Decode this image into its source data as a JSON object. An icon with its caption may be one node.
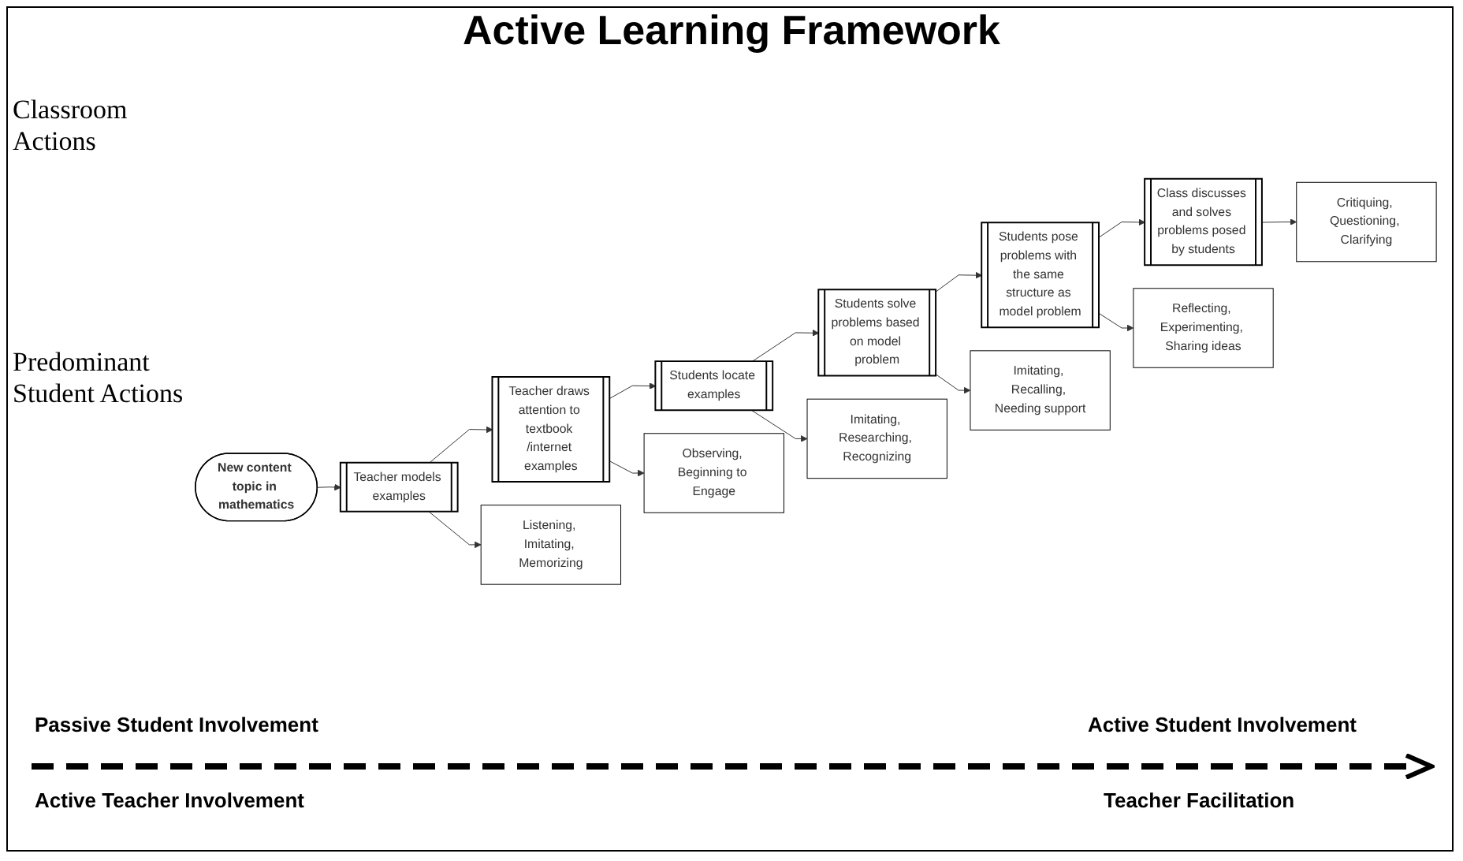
{
  "diagram": {
    "title": "Active Learning Framework",
    "nodes": [
      {
        "text": [
          "New content topic in mathematics"
        ]
      },
      {
        "text": [
          "Teacher models examples"
        ]
      },
      {
        "text": [
          "Teacher draws attention to textbook /internet examples"
        ]
      },
      {
        "text": [
          "Students locate examples"
        ]
      },
      {
        "text": [
          "Students solve problems based on model problem"
        ]
      },
      {
        "text": [
          "Students pose problems with the same structure as model problem"
        ]
      },
      {
        "text": [
          "Class discusses and solves problems posed by students"
        ]
      },
      {
        "text": [
          "Listening, Imitating, Memorizing"
        ]
      },
      {
        "text": [
          "Observing, Beginning to Engage"
        ]
      },
      {
        "text": [
          "Imitating, Researching, Recognizing"
        ]
      },
      {
        "text": [
          "Imitating, Recalling, Needing support"
        ]
      },
      {
        "text": [
          "Reflecting, Experimenting, Sharing ideas"
        ]
      },
      {
        "text": [
          "Critiquing, Questioning, Clarifying"
        ]
      }
    ],
    "edges": [
      {
        "from": 0,
        "to": 1,
        "arrow": "to"
      },
      {
        "from": 1,
        "to": 2,
        "arrow": "to"
      },
      {
        "from": 2,
        "to": 3,
        "arrow": "to"
      },
      {
        "from": 3,
        "to": 4,
        "arrow": "to"
      },
      {
        "from": 4,
        "to": 5,
        "arrow": "to"
      },
      {
        "from": 5,
        "to": 6,
        "arrow": "to"
      },
      {
        "from": 1,
        "to": 7,
        "arrow": "to"
      },
      {
        "from": 2,
        "to": 8,
        "arrow": "to"
      },
      {
        "from": 3,
        "to": 9,
        "arrow": "to"
      },
      {
        "from": 4,
        "to": 10,
        "arrow": "to"
      },
      {
        "from": 5,
        "to": 11,
        "arrow": "to"
      },
      {
        "from": 6,
        "to": 12,
        "arrow": "to"
      }
    ],
    "labels": [
      "Classroom Actions",
      "Predominant Student Actions",
      "Passive Student Involvement",
      "Active Student Involvement",
      "Active Teacher Involvement",
      "Teacher Facilitation"
    ]
  }
}
